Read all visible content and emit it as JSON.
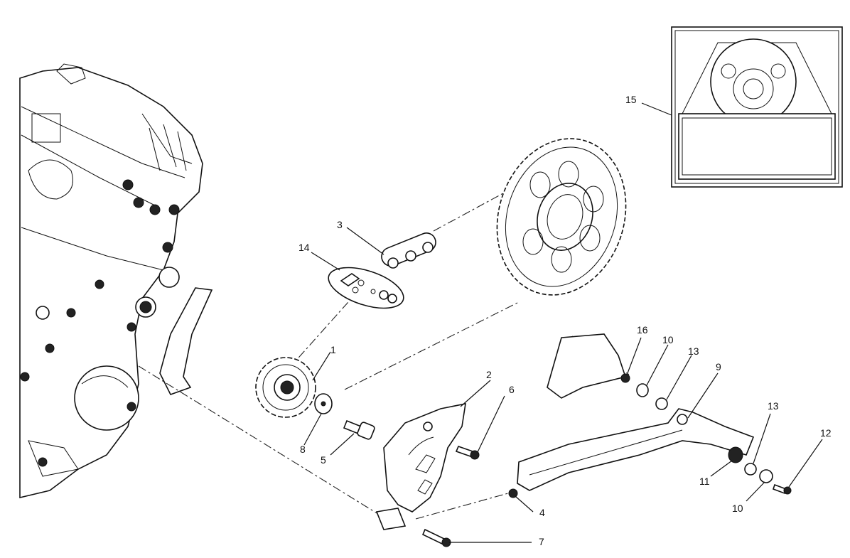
{
  "callouts": [
    {
      "id": "1",
      "text": "1"
    },
    {
      "id": "2",
      "text": "2"
    },
    {
      "id": "3",
      "text": "3"
    },
    {
      "id": "4",
      "text": "4"
    },
    {
      "id": "5",
      "text": "5"
    },
    {
      "id": "6",
      "text": "6"
    },
    {
      "id": "7",
      "text": "7"
    },
    {
      "id": "8",
      "text": "8"
    },
    {
      "id": "9",
      "text": "9"
    },
    {
      "id": "10a",
      "text": "10"
    },
    {
      "id": "10b",
      "text": "10"
    },
    {
      "id": "11",
      "text": "11"
    },
    {
      "id": "12",
      "text": "12"
    },
    {
      "id": "13a",
      "text": "13"
    },
    {
      "id": "13b",
      "text": "13"
    },
    {
      "id": "14",
      "text": "14"
    },
    {
      "id": "15",
      "text": "15"
    },
    {
      "id": "16",
      "text": "16"
    }
  ]
}
